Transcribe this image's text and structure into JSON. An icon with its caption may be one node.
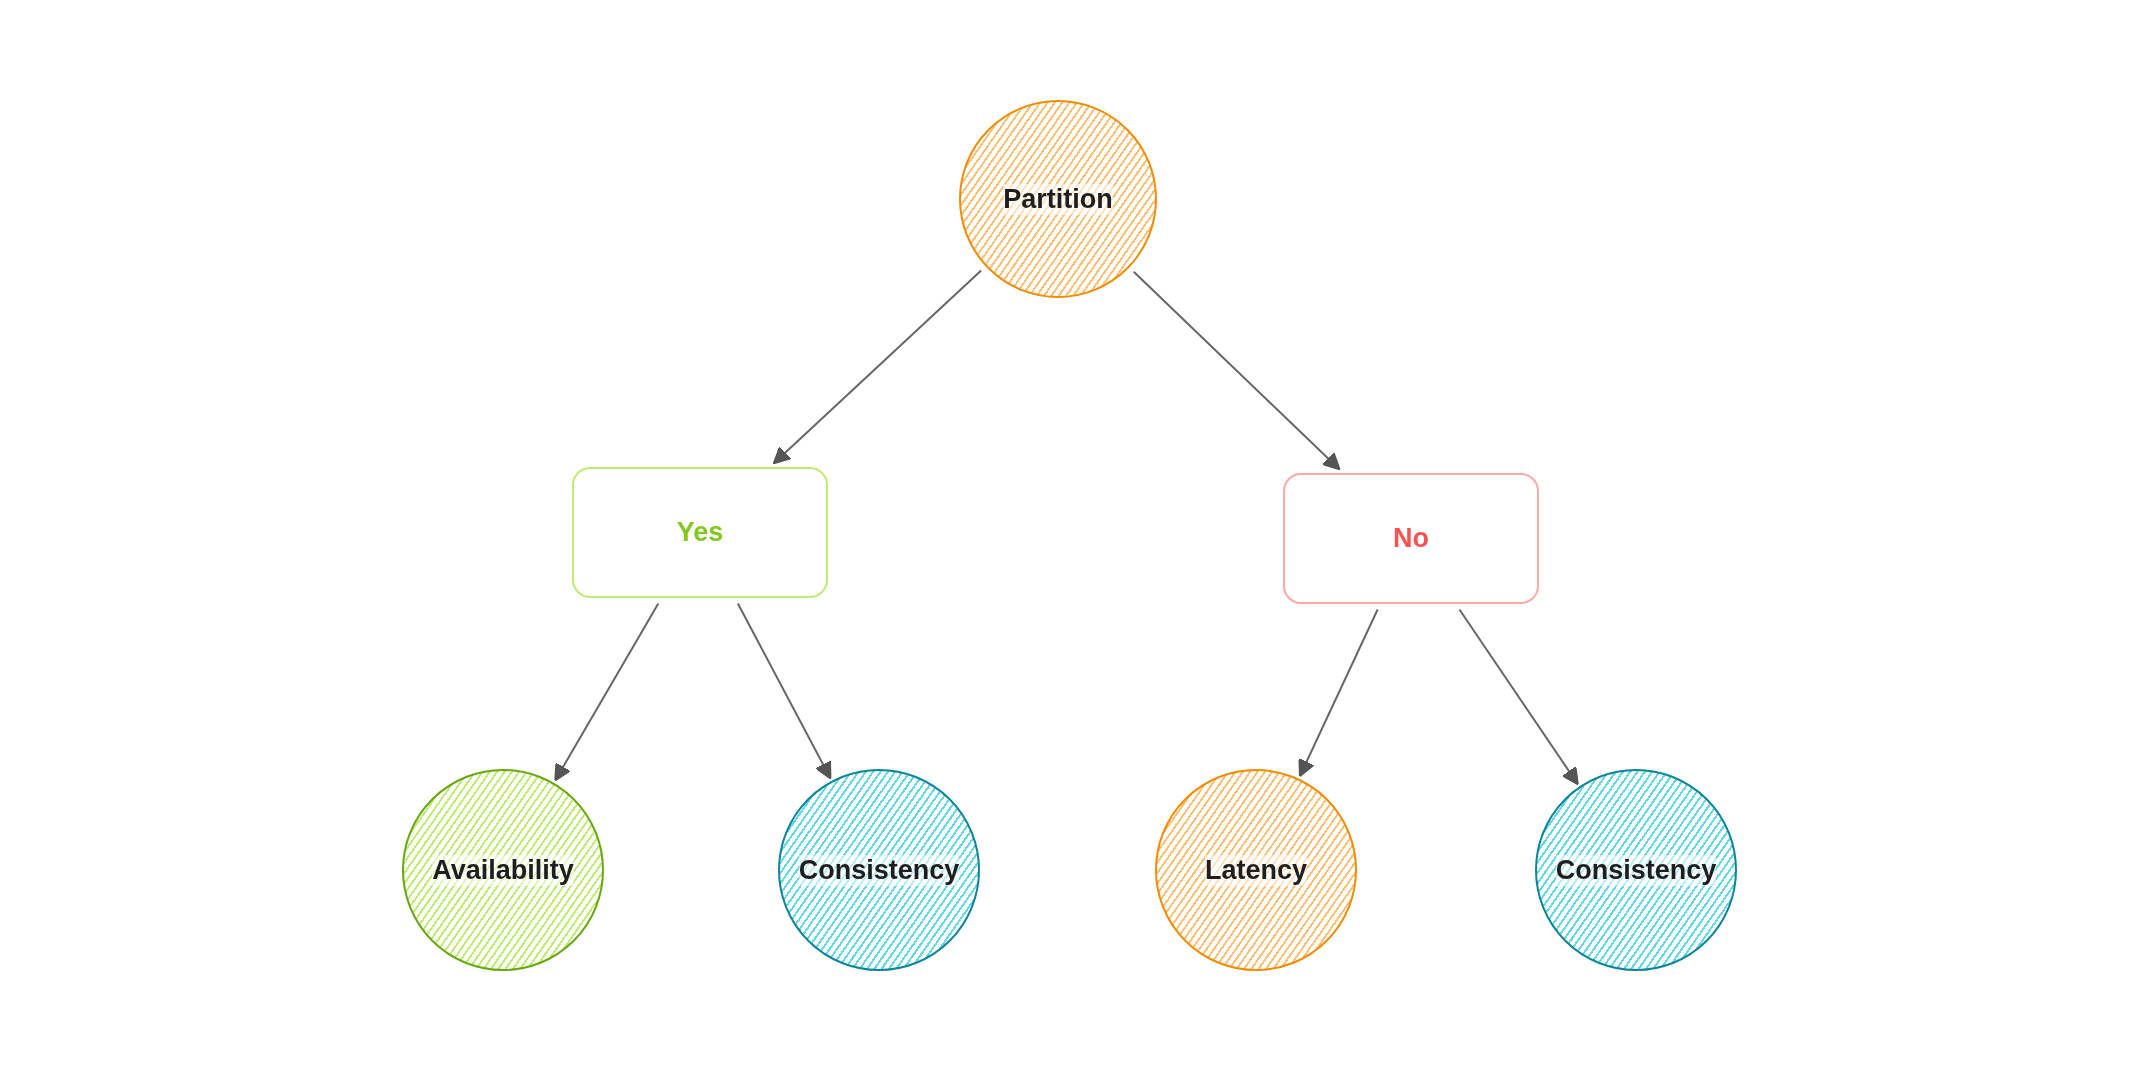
{
  "diagram": {
    "nodes": [
      {
        "text": [
          "Partition"
        ]
      },
      {
        "text": [
          "Yes"
        ]
      },
      {
        "text": [
          "No"
        ]
      },
      {
        "text": [
          "Availability"
        ]
      },
      {
        "text": [
          "Consistency"
        ]
      },
      {
        "text": [
          "Latency"
        ]
      },
      {
        "text": [
          "Consistency"
        ]
      }
    ],
    "edges": [
      {
        "from": 0,
        "to": 1,
        "arrow": "to"
      },
      {
        "from": 0,
        "to": 2,
        "arrow": "to"
      },
      {
        "from": 1,
        "to": 3,
        "arrow": "to"
      },
      {
        "from": 1,
        "to": 4,
        "arrow": "to"
      },
      {
        "from": 2,
        "to": 5,
        "arrow": "to"
      },
      {
        "from": 2,
        "to": 6,
        "arrow": "to"
      }
    ]
  }
}
